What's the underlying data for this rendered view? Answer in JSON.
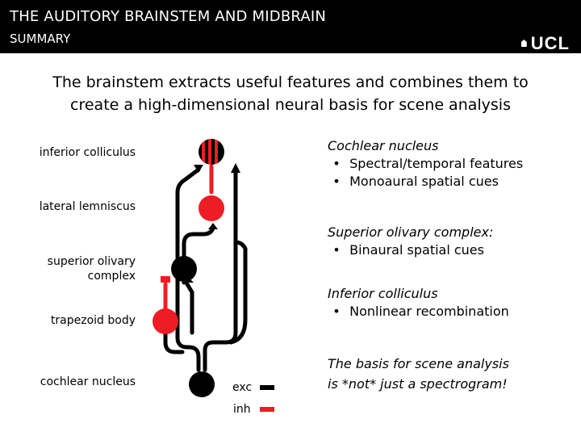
{
  "header": {
    "title": "THE AUDITORY BRAINSTEM AND MIDBRAIN",
    "subtitle": "SUMMARY",
    "logo": "UCL"
  },
  "subtitle": {
    "line1": "The brainstem extracts useful features and combines them to",
    "line2": "create a high-dimensional neural basis for scene analysis"
  },
  "diagram": {
    "labels": {
      "inferior_colliculus": "inferior colliculus",
      "lateral_lemniscus": "lateral lemniscus",
      "superior_olivary_1": "superior olivary",
      "superior_olivary_2": "complex",
      "trapezoid_body": "trapezoid body",
      "cochlear_nucleus": "cochlear nucleus"
    },
    "legend": {
      "exc": "exc",
      "inh": "inh"
    },
    "colors": {
      "excitatory": "#000000",
      "inhibitory": "#ee1c25"
    }
  },
  "info": {
    "cochlear": {
      "heading": "Cochlear nucleus",
      "items": [
        "Spectral/temporal features",
        "Monoaural spatial cues"
      ]
    },
    "superior_olivary": {
      "heading": "Superior olivary complex:",
      "items": [
        "Binaural spatial cues"
      ]
    },
    "inferior_colliculus": {
      "heading": "Inferior colliculus",
      "items": [
        "Nonlinear recombination"
      ]
    },
    "bullet": "•",
    "conclusion_line1": "The basis for scene analysis",
    "conclusion_line2": "is *not* just a spectrogram!"
  }
}
